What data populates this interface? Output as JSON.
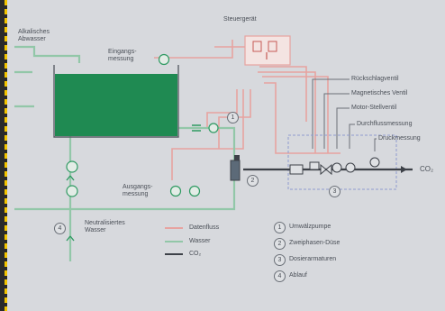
{
  "labels": {
    "waste_inlet": "Alkalisches Abwasser",
    "control_unit": "Steuergerät",
    "inlet_measurement": "Eingangs-messung",
    "outlet_measurement": "Ausgangs-messung",
    "neutralized_water": "Neutralisiertes Wasser",
    "co2": "CO₂"
  },
  "right_labels": [
    "Rückschlagventil",
    "Magnetisches Ventil",
    "Motor-Stellventil",
    "Durchflussmessung",
    "Druckmessung"
  ],
  "legend": [
    {
      "label": "Datenfluss",
      "color": "#e7a3a0"
    },
    {
      "label": "Wasser",
      "color": "#92c7a8"
    },
    {
      "label": "CO₂",
      "color": "#3d4148"
    }
  ],
  "numbered": [
    {
      "num": "1",
      "label": "Umwälzpumpe"
    },
    {
      "num": "2",
      "label": "Zweiphasen-Düse"
    },
    {
      "num": "3",
      "label": "Dosierarmaturen"
    },
    {
      "num": "4",
      "label": "Ablauf"
    }
  ],
  "callouts": {
    "pump": "1",
    "nozzle": "2",
    "dosing": "3",
    "drain": "4"
  },
  "colors": {
    "data": "#e7a3a0",
    "water": "#92c7a8",
    "water_dark": "#2f9a62",
    "co2": "#3d4148",
    "tank": "#1f8a52"
  }
}
